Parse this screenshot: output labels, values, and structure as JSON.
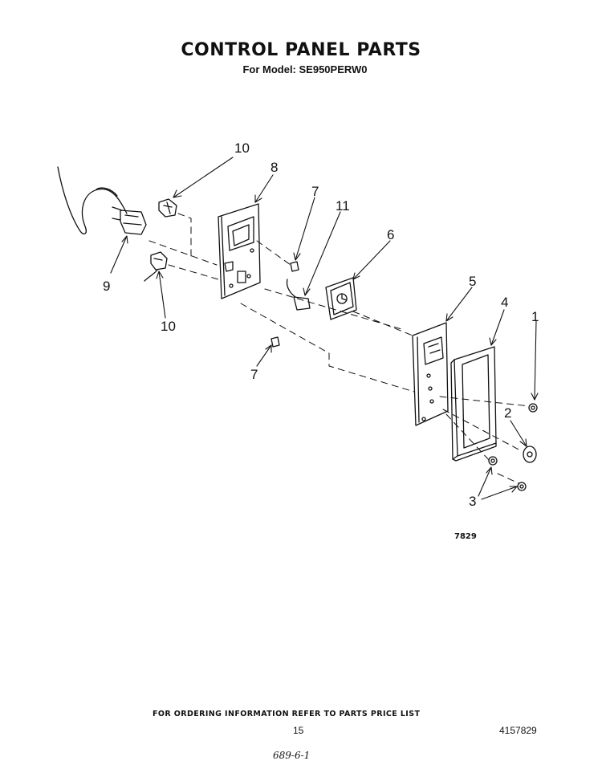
{
  "header": {
    "title": "CONTROL PANEL PARTS",
    "subtitle": "For Model: SE950PERW0"
  },
  "callouts": [
    {
      "id": "c10a",
      "label": "10"
    },
    {
      "id": "c8",
      "label": "8"
    },
    {
      "id": "c7a",
      "label": "7"
    },
    {
      "id": "c11",
      "label": "11"
    },
    {
      "id": "c6",
      "label": "6"
    },
    {
      "id": "c9",
      "label": "9"
    },
    {
      "id": "c10b",
      "label": "10"
    },
    {
      "id": "c5",
      "label": "5"
    },
    {
      "id": "c4",
      "label": "4"
    },
    {
      "id": "c1",
      "label": "1"
    },
    {
      "id": "c7b",
      "label": "7"
    },
    {
      "id": "c2",
      "label": "2"
    },
    {
      "id": "c3",
      "label": "3"
    }
  ],
  "figure_number": "7829",
  "footer": {
    "ordering_note": "FOR ORDERING INFORMATION REFER TO PARTS PRICE LIST",
    "page_number": "15",
    "document_number": "4157829",
    "handwritten_note": "689-6-1"
  }
}
